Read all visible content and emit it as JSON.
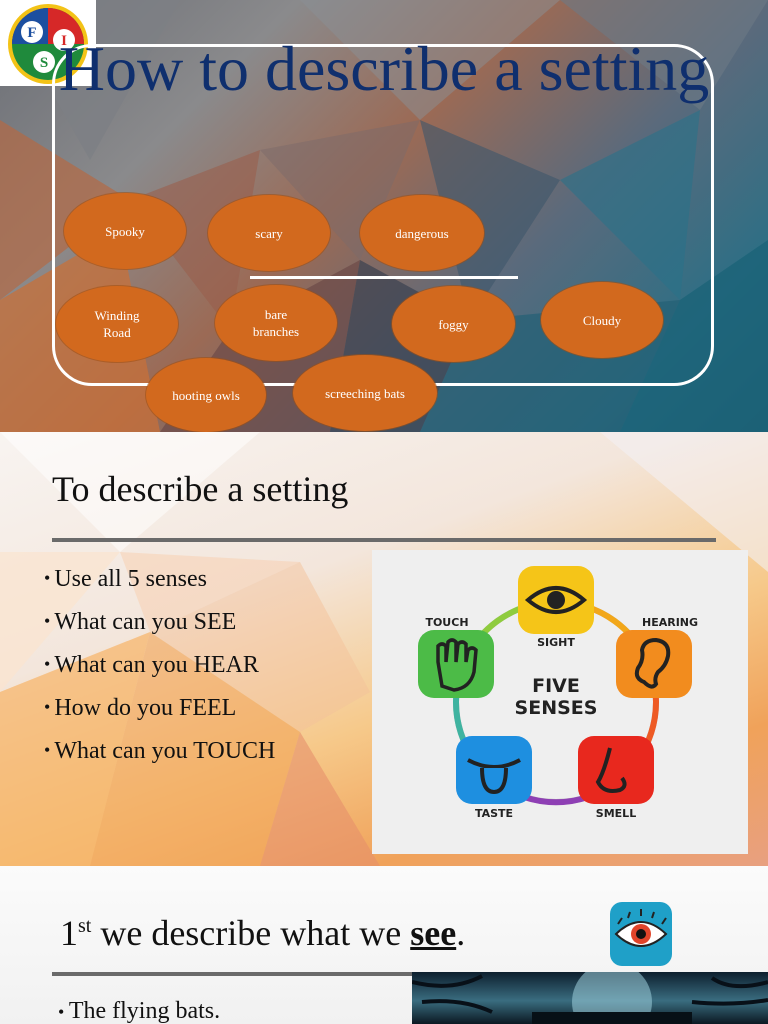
{
  "slide1": {
    "logo_letters": [
      "F",
      "I",
      "S"
    ],
    "title": "How to describe a setting",
    "ovals": [
      "Spooky",
      "scary",
      "dangerous",
      "Winding Road",
      "bare branches",
      "foggy",
      "Cloudy",
      "hooting owls",
      "screeching bats"
    ]
  },
  "slide2": {
    "title": "To describe a setting",
    "bullets": [
      "Use all 5 senses",
      "What can you SEE",
      "What can you HEAR",
      "How do you FEEL",
      "What can you TOUCH"
    ],
    "senses": {
      "center_line1": "FIVE",
      "center_line2": "SENSES",
      "labels": {
        "sight": "SIGHT",
        "hearing": "HEARING",
        "smell": "SMELL",
        "taste": "TASTE",
        "touch": "TOUCH"
      },
      "colors": {
        "sight": "#f5c518",
        "hearing": "#f28c1e",
        "smell": "#e8281e",
        "taste": "#1e8fe0",
        "touch": "#4cbb47"
      }
    }
  },
  "slide3": {
    "title_number": "1",
    "title_sup": "st",
    "title_text": " we describe what we ",
    "title_emph": "see",
    "title_end": ".",
    "bullet": "The flying bats."
  }
}
